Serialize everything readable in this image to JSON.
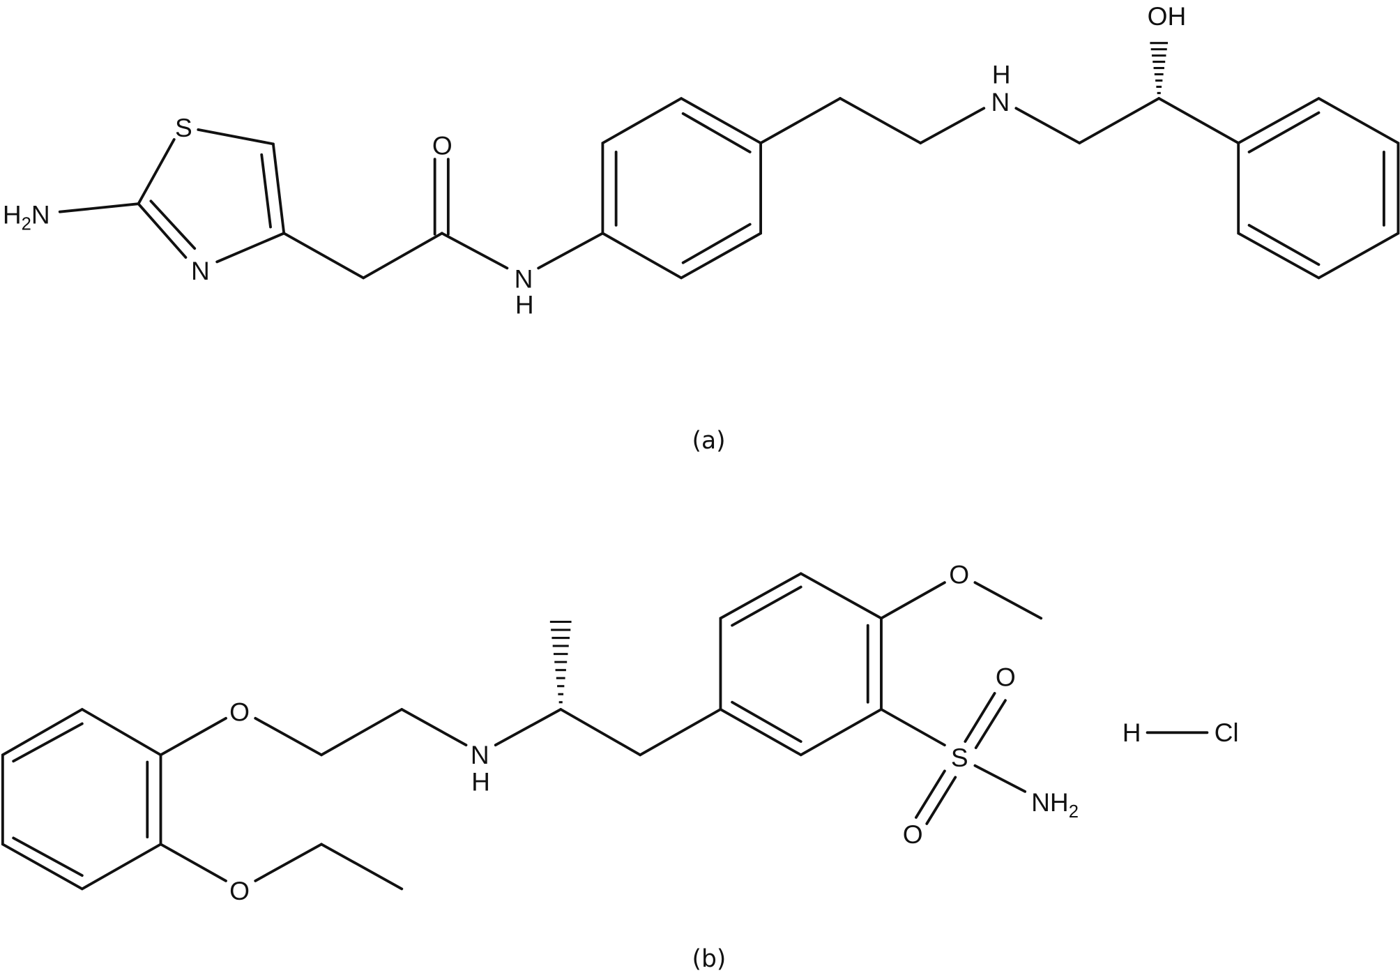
{
  "figure": {
    "structure_a": {
      "caption": "(a)",
      "atoms": {
        "amine_h": "H",
        "amine_sub": "2",
        "amine_n": "N",
        "thiazole_s": "S",
        "thiazole_n": "N",
        "carbonyl_o": "O",
        "amide_n": "N",
        "amide_h": "H",
        "amine2_n": "N",
        "amine2_h": "H",
        "hydroxyl": "OH"
      }
    },
    "structure_b": {
      "caption": "(b)",
      "atoms": {
        "ether_o1": "O",
        "ether_o2": "O",
        "amine_n": "N",
        "amine_h": "H",
        "methoxy_o": "O",
        "sulfonyl_s": "S",
        "sulfonyl_o1": "O",
        "sulfonyl_o2": "O",
        "sulfonamide_n": "NH",
        "sulfonamide_sub": "2",
        "hcl_h": "H",
        "hcl_cl": "Cl"
      }
    },
    "color": "#111111"
  }
}
